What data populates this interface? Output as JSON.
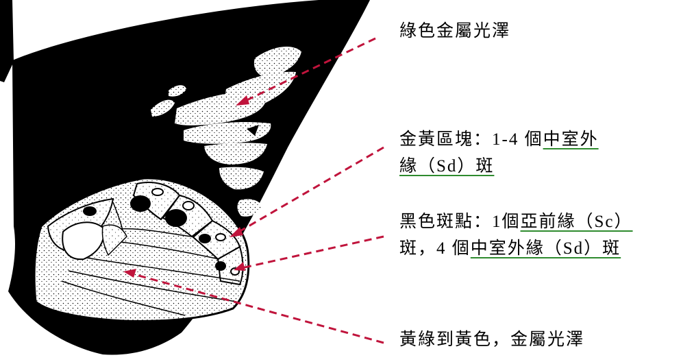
{
  "colors": {
    "wing_black": "#000000",
    "wing_fill": "#ffffff",
    "arrow": "#c0143c",
    "underline": "#2e8b2e"
  },
  "annotations": {
    "green_metallic": "綠色金屬光澤",
    "gold_block_prefix": "金黃區塊：1-4 個",
    "gold_block_u1": "中室外",
    "gold_block_u2": "緣（Sd）斑",
    "black_spots_prefix": "黑色斑點：1個",
    "black_spots_u1": "亞前緣（Sc）",
    "black_spots_line2_prefix": "斑，4 個",
    "black_spots_u2": "中室外緣（Sd）斑",
    "yellow_green": "黃綠到黃色，金屬光澤"
  }
}
